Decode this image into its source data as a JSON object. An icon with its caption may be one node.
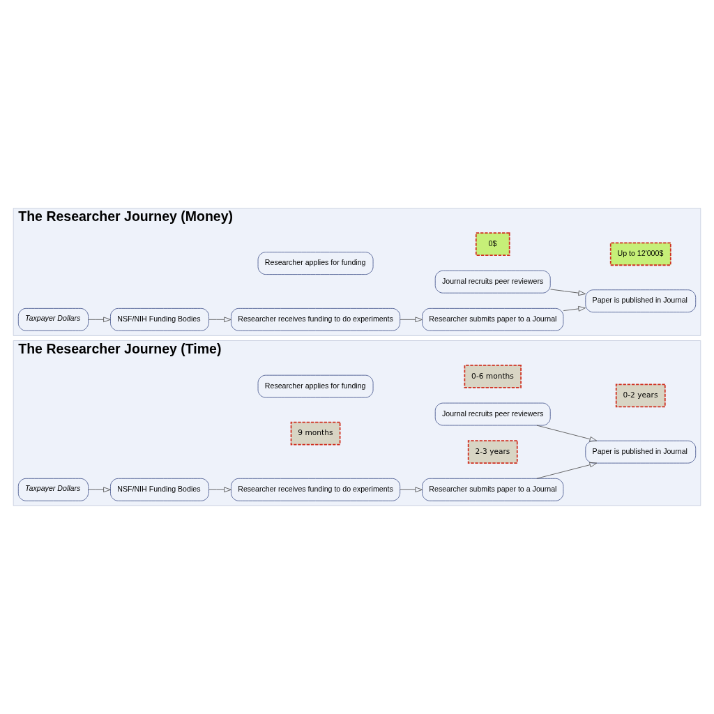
{
  "diagram": {
    "nodes": [
      {
        "text": [
          "The Researcher Journey (Time)"
        ]
      },
      {
        "text": [
          "0-6 months"
        ],
        "in": 0
      },
      {
        "text": [
          "Researcher applies for funding"
        ],
        "in": 0
      },
      {
        "text": [
          "Journal recruits peer reviewers"
        ],
        "in": 0
      },
      {
        "text": [
          "9 months"
        ],
        "in": 0
      },
      {
        "text": [
          "NSF/NIH Funding Bodies"
        ],
        "in": 0
      },
      {
        "text": [
          "Researcher receives funding to do experiments"
        ],
        "in": 0
      },
      {
        "text": [
          "Researcher submits paper to a Journal"
        ],
        "in": 0
      },
      {
        "text": [
          "Paper is published in Journal"
        ],
        "in": 0
      },
      {
        "text": [
          "2-3 years"
        ],
        "in": 0
      },
      {
        "text": [
          "0-2 years"
        ],
        "in": 0
      },
      {
        "text": [
          "Taxpayer Dollars"
        ],
        "in": 0
      },
      {
        "text": [
          "The Researcher Journey (Money)"
        ]
      },
      {
        "text": [
          "0$"
        ],
        "in": 12
      },
      {
        "text": [
          "Researcher applies for funding"
        ],
        "in": 12
      },
      {
        "text": [
          "Journal recruits peer reviewers"
        ],
        "in": 12
      },
      {
        "text": [
          "NSF/NIH Funding Bodies"
        ],
        "in": 12
      },
      {
        "text": [
          "Researcher receives funding to do experiments"
        ],
        "in": 12
      },
      {
        "text": [
          "Researcher submits paper to a Journal"
        ],
        "in": 12
      },
      {
        "text": [
          "Paper is published in Journal"
        ],
        "in": 12
      },
      {
        "text": [
          "Up to 12'000$"
        ],
        "in": 12
      },
      {
        "text": [
          "Taxpayer Dollars"
        ],
        "in": 12
      }
    ],
    "edges": [
      {
        "from": 11,
        "to": 5,
        "arrow": "to"
      },
      {
        "from": 5,
        "to": 6,
        "arrow": "to"
      },
      {
        "from": 6,
        "to": 7,
        "arrow": "to"
      },
      {
        "from": 7,
        "to": 8,
        "arrow": "to"
      },
      {
        "from": 3,
        "to": 8,
        "arrow": "to"
      },
      {
        "from": 21,
        "to": 16,
        "arrow": "to"
      },
      {
        "from": 16,
        "to": 17,
        "arrow": "to"
      },
      {
        "from": 17,
        "to": 18,
        "arrow": "to"
      },
      {
        "from": 18,
        "to": 19,
        "arrow": "to"
      },
      {
        "from": 15,
        "to": 19,
        "arrow": "to"
      }
    ]
  }
}
